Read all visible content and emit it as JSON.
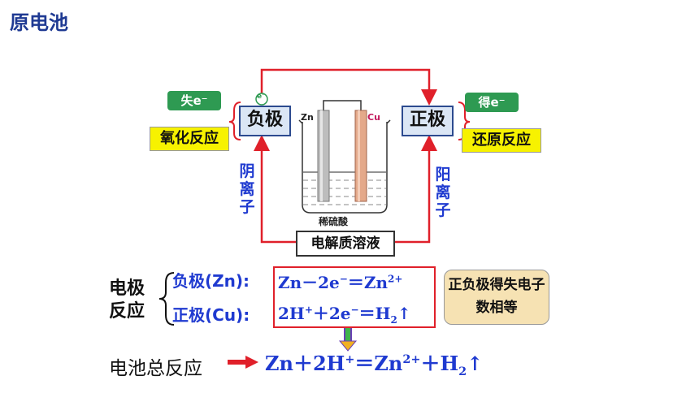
{
  "title": "原电池",
  "electrodes": {
    "negative": "负极",
    "positive": "正极"
  },
  "labels": {
    "lose_electron": "失e⁻",
    "gain_electron": "得e⁻",
    "oxidation": "氧化反应",
    "reduction": "还原反应",
    "electron_symbol": "e⁻",
    "anion": "阴离子",
    "cation": "阳离子",
    "zn": "Zn",
    "cu": "Cu",
    "acid": "稀硫酸",
    "electrolyte": "电解质溶液"
  },
  "electrode_reactions": {
    "heading": "电极反应",
    "negative_label": "负极(Zn):",
    "positive_label": "正极(Cu):",
    "negative_eq": {
      "lhs": "Zn－2e",
      "e_charge": "−",
      "eq_sign": "＝",
      "product": "Zn",
      "product_charge": "2+"
    },
    "positive_eq": {
      "lhs": "2H",
      "h_charge": "+",
      "mid": "＋2e",
      "e_charge": "−",
      "eq_sign": "＝",
      "product": "H",
      "product_sub": "2",
      "gas": "↑"
    }
  },
  "note": "正负极得失电子数相等",
  "total": {
    "label": "电池总反应",
    "eq": {
      "a": "Zn＋2H",
      "a_charge": "+",
      "eq_sign": "＝",
      "b": "Zn",
      "b_charge": "2+",
      "c": "＋H",
      "c_sub": "2",
      "gas": "↑"
    }
  },
  "colors": {
    "wire": "#e0202a",
    "blue_text": "#1f3ad0",
    "title": "#1f3a93",
    "green": "#2e9a52",
    "yellow": "#f7f200",
    "note_bg": "#f6e2b3",
    "zn_rod": "#bdbdbd",
    "cu_rod": "#e4a98a"
  }
}
